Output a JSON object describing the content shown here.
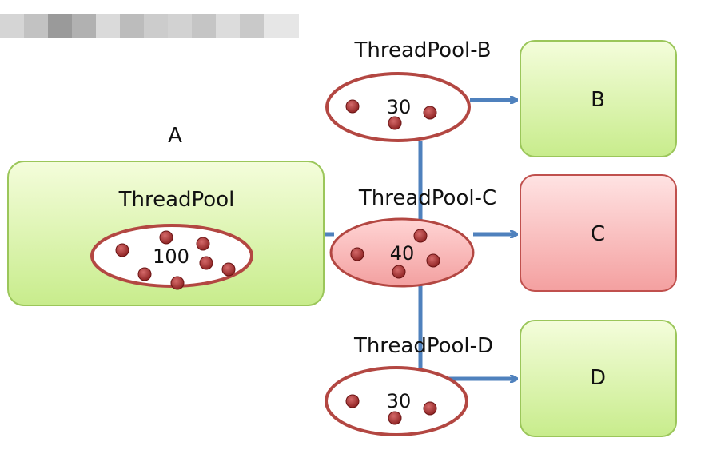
{
  "diagram": {
    "service_a": {
      "name": "A",
      "pool_title": "ThreadPool",
      "pool_size": "100"
    },
    "pools": [
      {
        "name": "ThreadPool-B",
        "size": "30",
        "state": "normal"
      },
      {
        "name": "ThreadPool-C",
        "size": "40",
        "state": "saturated"
      },
      {
        "name": "ThreadPool-D",
        "size": "30",
        "state": "normal"
      }
    ],
    "services": [
      {
        "name": "B",
        "state": "healthy"
      },
      {
        "name": "C",
        "state": "failing"
      },
      {
        "name": "D",
        "state": "healthy"
      }
    ],
    "colors": {
      "healthy_fill_top": "#f4fddb",
      "healthy_fill_bottom": "#c8ec8c",
      "healthy_stroke": "#9bc65a",
      "failing_fill_top": "#ffe3e3",
      "failing_fill_bottom": "#f4a0a0",
      "failing_stroke": "#c0504d",
      "pool_stroke": "#b34742",
      "thread_dot": "#9e2a2a",
      "connector": "#4f81bd"
    }
  }
}
